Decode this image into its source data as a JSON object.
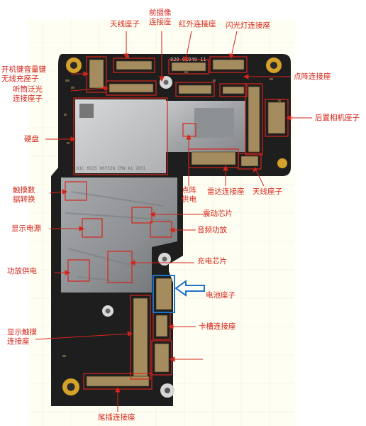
{
  "board": {
    "pcb_code": "820-01940-11",
    "nand_marking": "K1C M225 H07538 CRN A1 2031"
  },
  "labels": {
    "antenna_top": "天线座子",
    "front_camera": "前摄像\n连接座",
    "infrared": "红外连接座",
    "flash": "闪光灯连接座",
    "power_volume": "开机键音量键\n无线充座子",
    "dot_projector_conn": "点阵连接座",
    "earpiece_flex": "听筒泛光\n连接座子",
    "rear_camera": "后置相机座子",
    "nand": "硬盘",
    "dot_power": "点阵\n供电",
    "radar_conn": "雷达连接座",
    "antenna_right": "天线座子",
    "touch_converter": "触摸数\n据转换",
    "vibration_chip": "震动芯片",
    "display_power": "显示电源",
    "audio_amp": "音频功放",
    "charging_chip": "充电芯片",
    "amp_power": "功放供电",
    "battery_conn": "电池座子",
    "display_touch": "显示触摸\n连接座",
    "sim_tray": "卡槽连接座",
    "tail_plug": "尾插连接座"
  },
  "colors": {
    "label_red": "#d6241b",
    "highlight_blue": "#1e73c8",
    "pcb_black": "#1e1e1e",
    "shield_silver": "#a7a9ac",
    "mat_paper": "#fffef2"
  }
}
